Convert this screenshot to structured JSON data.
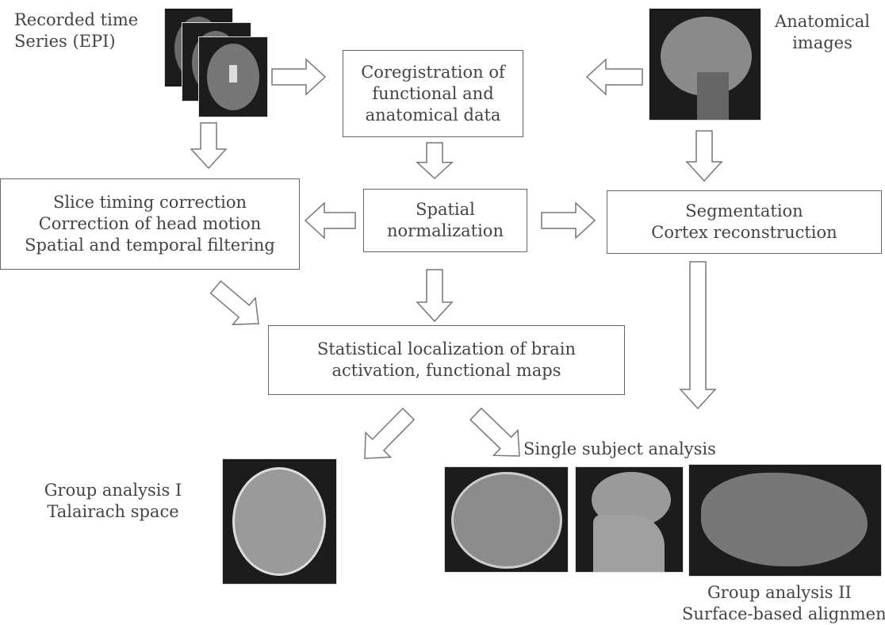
{
  "labels": {
    "epi": [
      "Recorded time",
      "Series (EPI)"
    ],
    "anatomical": [
      "Anatomical",
      "images"
    ],
    "single_subject": "Single subject analysis",
    "group1": [
      "Group analysis I",
      "Talairach space"
    ],
    "group2": [
      "Group analysis II",
      "Surface-based alignment"
    ]
  },
  "boxes": {
    "coregistration": [
      "Coregistration of",
      "functional and",
      "anatomical data"
    ],
    "preprocessing": [
      "Slice timing correction",
      "Correction of head motion",
      "Spatial and temporal filtering"
    ],
    "normalization": [
      "Spatial",
      "normalization"
    ],
    "segmentation": [
      "Segmentation",
      "Cortex reconstruction"
    ],
    "statistics": [
      "Statistical localization of brain",
      "activation, functional maps"
    ]
  },
  "colors": {
    "arrow_stroke": "#777777",
    "box_border": "#666666",
    "image_bg": "#1c1c1c"
  }
}
